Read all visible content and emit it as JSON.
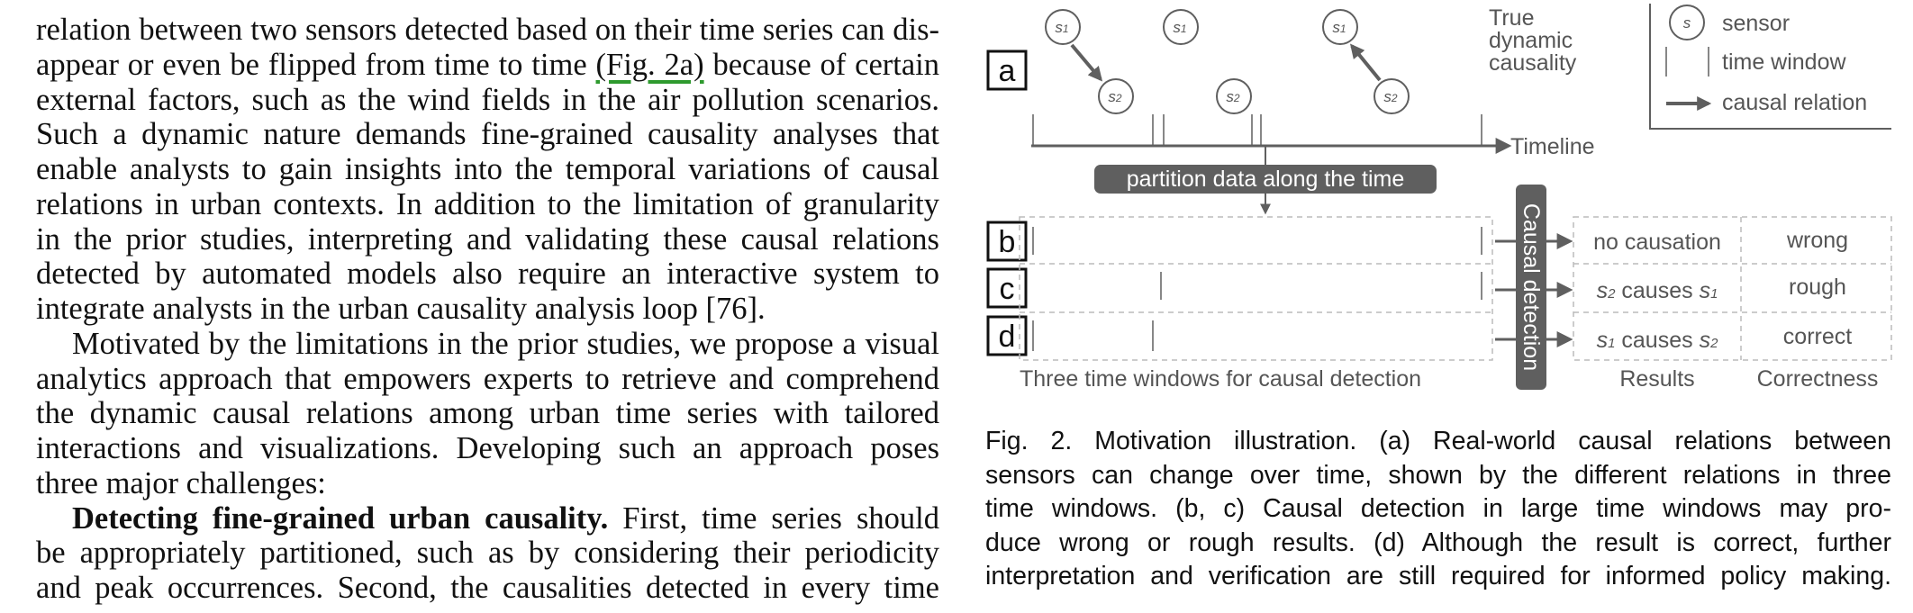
{
  "body_text": {
    "lines": [
      "relation between two sensors detected based on their time series can dis-",
      "appear or even be flipped from time to time ",
      "external factors, such as the wind fields in the air pollution scenarios.",
      "Such a dynamic nature demands fine-grained causality analyses that",
      "enable analysts to gain insights into the temporal variations of causal",
      "relations in urban contexts. In addition to the limitation of granularity",
      "in the prior studies, interpreting and validating these causal relations",
      "detected by automated models also require an interactive system to",
      "integrate analysts in the urban causality analysis loop [76].",
      "Motivated by the limitations in the prior studies, we propose a visual",
      "analytics approach that empowers experts to retrieve and comprehend",
      "the dynamic causal relations among urban time series with tailored",
      "interactions and visualizations.  Developing such an approach poses",
      "three major challenges:",
      " First, time series should",
      "be appropriately partitioned, such as by considering their periodicity",
      "and peak occurrences.  Second, the causalities detected in every time"
    ],
    "fig_ref": "(Fig. 2a)",
    "line2_tail": " because of certain",
    "bold_heading": "Detecting fine-grained urban causality."
  },
  "figure": {
    "panel_labels": [
      "a",
      "b",
      "c",
      "d"
    ],
    "sensor_letter": "s",
    "sensor_ids": [
      "1",
      "2"
    ],
    "true_title": [
      "True",
      "dynamic",
      "causality"
    ],
    "legend": {
      "sensor": "sensor",
      "time_window": "time window",
      "causal_relation": "causal relation"
    },
    "timeline_label": "Timeline",
    "partition_label": "partition data along the time",
    "detection_label": "Causal detection",
    "windows_caption": "Three time windows for causal detection",
    "results_header": "Results",
    "correctness_header": "Correctness",
    "results": [
      "no causation",
      "causes"
    ],
    "correctness": [
      "wrong",
      "rough",
      "correct"
    ],
    "color": "#5f5f5f"
  },
  "caption": {
    "lines": [
      "Fig. 2. Motivation illustration.  (a) Real-world causal relations between",
      "sensors can change over time, shown by the different relations in three",
      "time windows.  (b, c) Causal detection in large time windows may pro-",
      "duce wrong or rough results. (d) Although the result is correct, further",
      "interpretation and verification are still required for informed policy making."
    ]
  }
}
